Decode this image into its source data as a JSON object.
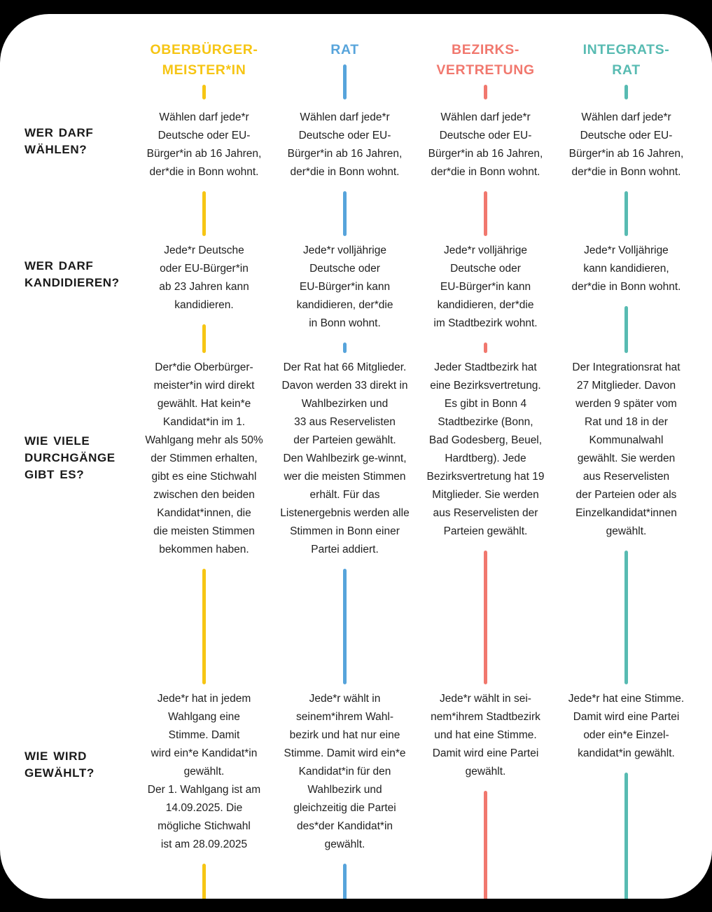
{
  "page": {
    "background_color": "#000000",
    "sheet_color": "#ffffff",
    "text_color": "#212121"
  },
  "columns": [
    {
      "id": "oberbuergermeisterin",
      "label": [
        "OBERBÜRGER-",
        "MEISTER*IN"
      ],
      "color": "#F6C514"
    },
    {
      "id": "rat",
      "label": [
        "RAT"
      ],
      "color": "#57A4DB"
    },
    {
      "id": "bezirksvertretung",
      "label": [
        "BEZIRKS-",
        "VERTRETUNG"
      ],
      "color": "#F1786E"
    },
    {
      "id": "integratsrat",
      "label": [
        "INTEGRATS-",
        "RAT"
      ],
      "color": "#58BBB2"
    }
  ],
  "rows": [
    {
      "question": [
        "WER DARF",
        "WÄHLEN?"
      ],
      "cells": [
        [
          "Wählen darf jede*r",
          "Deutsche oder EU-",
          "Bürger*in ab 16 Jahren,",
          "der*die in Bonn wohnt."
        ],
        [
          "Wählen darf jede*r",
          "Deutsche oder EU-",
          "Bürger*in ab 16 Jahren,",
          "der*die in Bonn wohnt."
        ],
        [
          "Wählen darf jede*r",
          "Deutsche oder EU-",
          "Bürger*in ab 16 Jahren,",
          "der*die in Bonn wohnt."
        ],
        [
          "Wählen darf jede*r",
          "Deutsche oder EU-",
          "Bürger*in ab 16 Jahren,",
          "der*die in Bonn wohnt."
        ]
      ]
    },
    {
      "question": [
        "WER DARF",
        "KANDIDIEREN?"
      ],
      "cells": [
        [
          "Jede*r Deutsche",
          "oder EU-Bürger*in",
          "ab 23 Jahren kann",
          "kandidieren."
        ],
        [
          "Jede*r volljährige",
          "Deutsche oder",
          "EU-Bürger*in kann",
          "kandidieren, der*die",
          "in Bonn wohnt."
        ],
        [
          "Jede*r volljährige",
          "Deutsche oder",
          "EU-Bürger*in kann",
          "kandidieren, der*die",
          "im Stadtbezirk wohnt."
        ],
        [
          "Jede*r Volljährige",
          "kann kandidieren,",
          "der*die in Bonn wohnt."
        ]
      ]
    },
    {
      "question": [
        "WIE VIELE",
        "DURCHGÄNGE",
        "GIBT ES?"
      ],
      "cells": [
        [
          "Der*die Oberbürger-",
          "meister*in wird direkt",
          "gewählt. Hat kein*e",
          "Kandidat*in im 1.",
          "Wahlgang mehr als 50%",
          "der Stimmen erhalten,",
          "gibt es eine Stichwahl",
          "zwischen den beiden",
          "Kandidat*innen, die",
          "die meisten Stimmen",
          "bekommen haben."
        ],
        [
          "Der Rat hat 66 Mitglieder.",
          "Davon werden 33 direkt in",
          "Wahlbezirken und",
          "33 aus Reservelisten",
          "der Parteien gewählt.",
          "Den Wahlbezirk ge-winnt,",
          "wer die meisten Stimmen",
          "erhält. Für das",
          "Listenergebnis werden alle",
          "Stimmen in Bonn einer",
          "Partei addiert."
        ],
        [
          "Jeder Stadtbezirk hat",
          "eine Bezirksvertretung.",
          "Es gibt in Bonn 4",
          "Stadtbezirke (Bonn,",
          "Bad Godesberg, Beuel,",
          "Hardtberg). Jede",
          "Bezirksvertretung hat 19",
          "Mitglieder. Sie werden",
          "aus Reservelisten der",
          "Parteien gewählt."
        ],
        [
          "Der Integrationsrat hat",
          "27 Mitglieder. Davon",
          "werden 9 später vom",
          "Rat und 18 in der",
          "Kommunalwahl",
          "gewählt. Sie werden",
          "aus Reservelisten",
          "der Parteien oder als",
          "Einzelkandidat*innen",
          "gewählt."
        ]
      ]
    },
    {
      "question": [
        "WIE WIRD",
        "GEWÄHLT?"
      ],
      "cells": [
        [
          "Jede*r hat in jedem",
          "Wahlgang eine",
          "Stimme. Damit",
          "wird ein*e Kandidat*in",
          "gewählt.",
          "Der 1. Wahlgang ist am",
          "14.09.2025. Die",
          "mögliche Stichwahl",
          "ist am 28.09.2025"
        ],
        [
          "Jede*r wählt in",
          "seinem*ihrem Wahl-",
          "bezirk und hat nur eine",
          "Stimme. Damit wird ein*e",
          "Kandidat*in für den",
          "Wahlbezirk und",
          "gleichzeitig die Partei",
          "des*der Kandidat*in",
          "gewählt."
        ],
        [
          "Jede*r wählt in sei-",
          "nem*ihrem Stadtbezirk",
          "und hat eine Stimme.",
          "Damit wird eine Partei",
          "gewählt."
        ],
        [
          "Jede*r hat eine Stimme.",
          "Damit wird eine Partei",
          "oder ein*e Einzel-",
          "kandidat*in gewählt."
        ]
      ]
    }
  ]
}
